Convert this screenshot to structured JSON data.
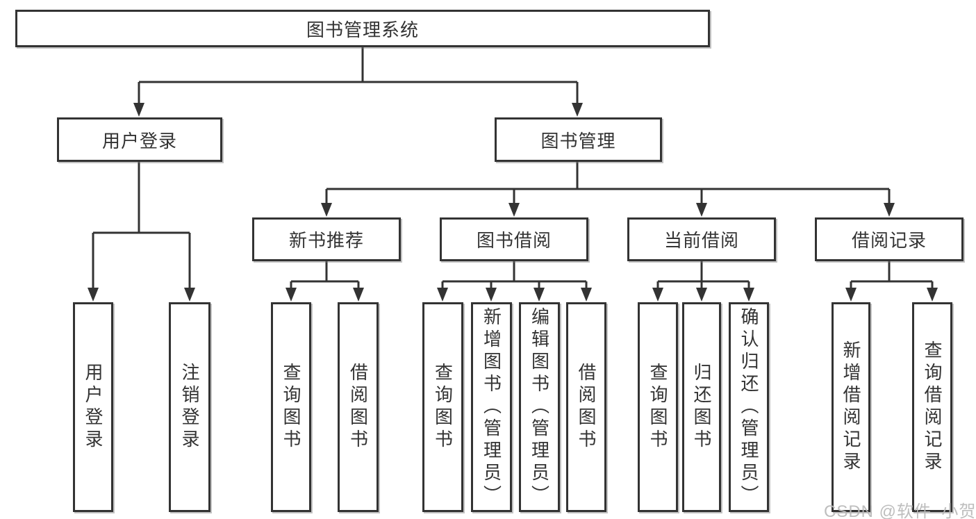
{
  "tree": {
    "root": {
      "label": "图书管理系统"
    },
    "user_login": {
      "label": "用户登录",
      "children": [
        {
          "label": "用户登录"
        },
        {
          "label": "注销登录"
        }
      ]
    },
    "book_mgmt": {
      "label": "图书管理",
      "sections": [
        {
          "label": "新书推荐",
          "children": [
            {
              "label": "查询图书"
            },
            {
              "label": "借阅图书"
            }
          ]
        },
        {
          "label": "图书借阅",
          "children": [
            {
              "label": "查询图书"
            },
            {
              "label": "新增图书（管理员）"
            },
            {
              "label": "编辑图书（管理员）"
            },
            {
              "label": "借阅图书"
            }
          ]
        },
        {
          "label": "当前借阅",
          "children": [
            {
              "label": "查询图书"
            },
            {
              "label": "归还图书"
            },
            {
              "label": "确认归还（管理员）"
            }
          ]
        },
        {
          "label": "借阅记录",
          "children": [
            {
              "label": "新增借阅记录"
            },
            {
              "label": "查询借阅记录"
            }
          ]
        }
      ]
    }
  },
  "watermark": {
    "text": "CSDN @软件_小贺同学"
  },
  "colors": {
    "line": "#333333",
    "text": "#333333",
    "background": "#ffffff",
    "watermark": "#b8b8b8"
  }
}
